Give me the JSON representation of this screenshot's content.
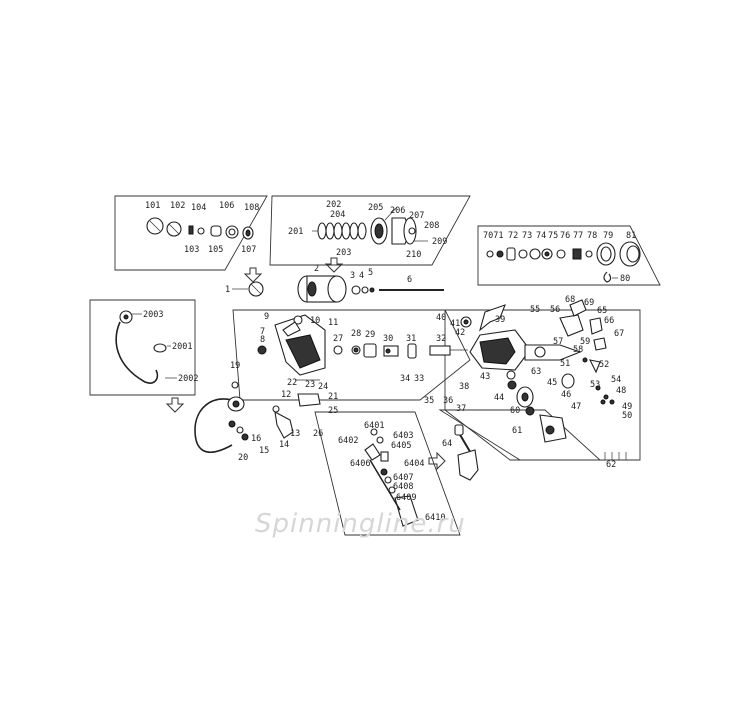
{
  "watermark": "Spinningline.ru",
  "labels": {
    "101": "101",
    "102": "102",
    "103": "103",
    "104": "104",
    "105": "105",
    "106": "106",
    "107": "107",
    "108": "108",
    "201": "201",
    "202": "202",
    "203": "203",
    "204": "204",
    "205": "205",
    "206": "206",
    "207": "207",
    "208": "208",
    "209": "209",
    "210": "210",
    "7071": "7071",
    "72": "72",
    "73": "73",
    "74": "74",
    "75": "75",
    "76": "76",
    "77": "77",
    "78": "78",
    "79": "79",
    "80": "80",
    "81": "81",
    "1": "1",
    "2": "2",
    "3": "3",
    "4": "4",
    "5": "5",
    "6": "6",
    "7": "7",
    "8": "8",
    "9": "9",
    "10": "10",
    "11": "11",
    "12": "12",
    "13": "13",
    "14": "14",
    "15": "15",
    "16": "16",
    "19": "19",
    "20": "20",
    "21": "21",
    "22": "22",
    "23": "23",
    "24": "24",
    "25": "25",
    "26": "26",
    "27": "27",
    "28": "28",
    "29": "29",
    "30": "30",
    "31": "31",
    "32": "32",
    "33": "33",
    "34": "34",
    "35": "35",
    "36": "36",
    "37": "37",
    "38": "38",
    "39": "39",
    "40": "40",
    "41": "41",
    "42": "42",
    "43": "43",
    "44": "44",
    "45": "45",
    "46": "46",
    "47": "47",
    "48": "48",
    "49": "49",
    "50": "50",
    "51": "51",
    "52": "52",
    "53": "53",
    "54": "54",
    "55": "55",
    "56": "56",
    "57": "57",
    "58": "58",
    "59": "59",
    "60": "60",
    "61": "61",
    "62": "62",
    "63": "63",
    "64": "64",
    "65": "65",
    "66": "66",
    "67": "67",
    "68": "68",
    "69": "69",
    "2001": "2001",
    "2002": "2002",
    "2003": "2003",
    "6401": "6401",
    "6402": "6402",
    "6403": "6403",
    "6404": "6404",
    "6405": "6405",
    "6406": "6406",
    "6407": "6407",
    "6408": "6408",
    "6409": "6409",
    "6410": "6410"
  }
}
